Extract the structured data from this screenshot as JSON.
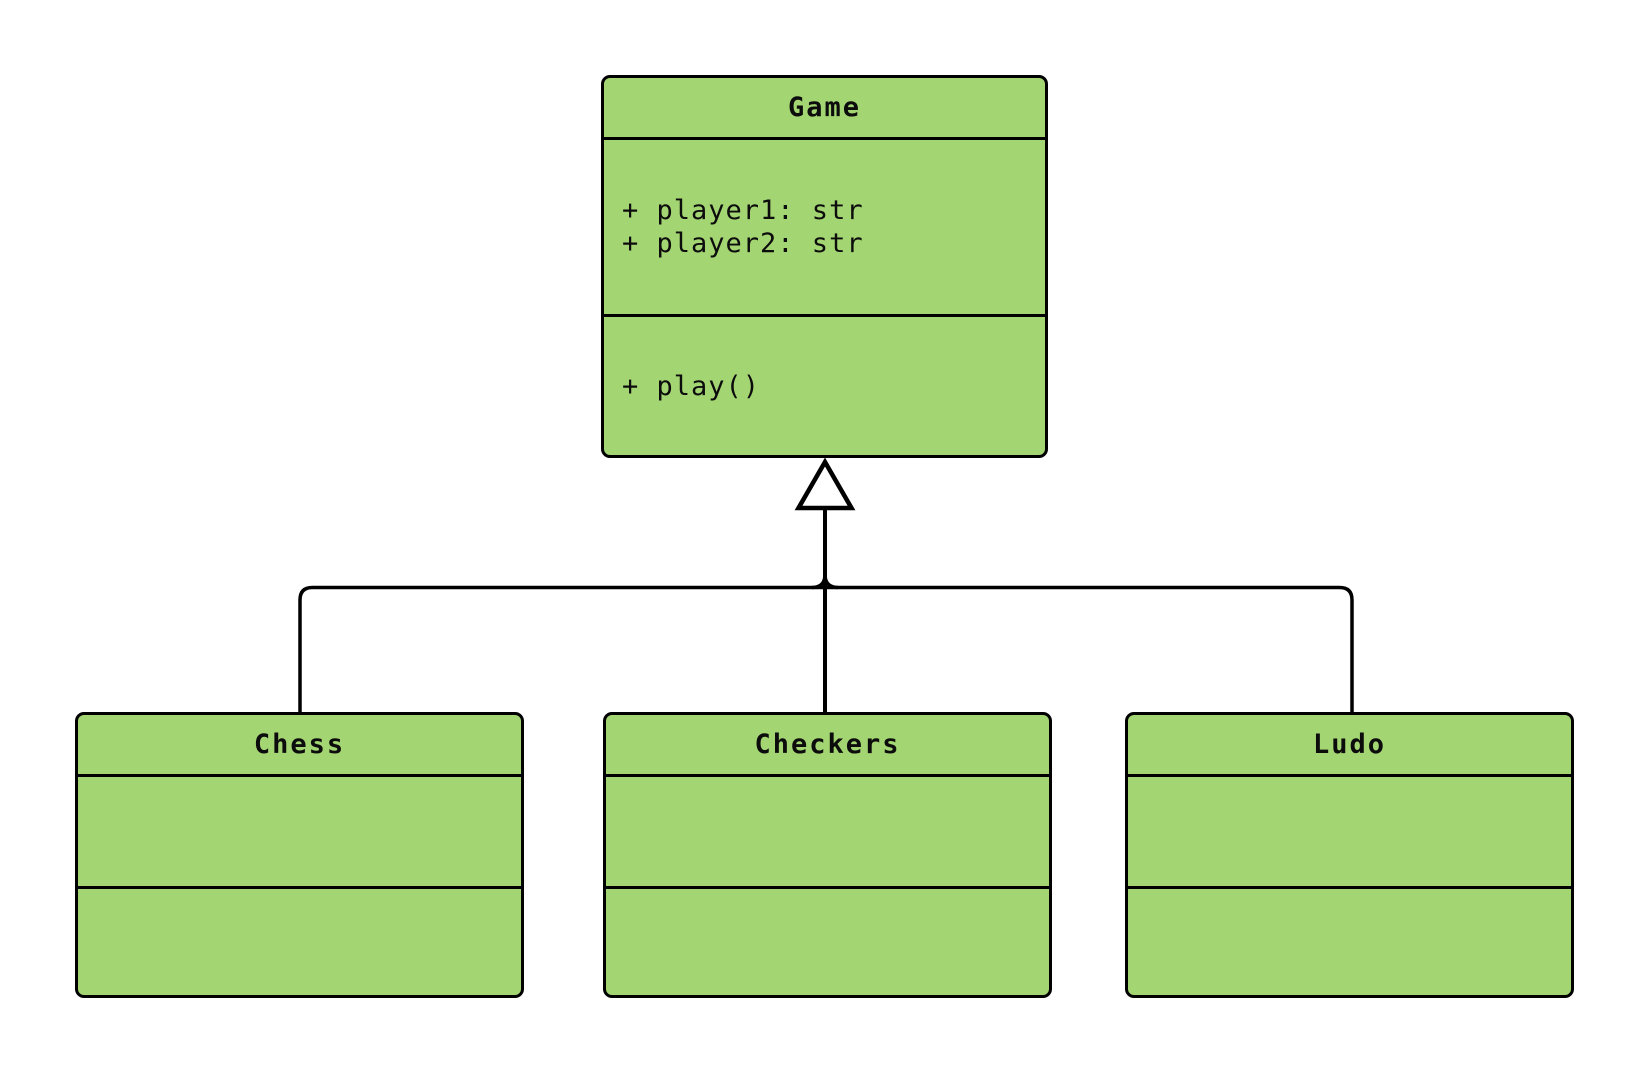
{
  "diagram": {
    "type": "uml-class-diagram",
    "colors": {
      "background": "#ffffff",
      "node_fill": "#a3d572",
      "node_border": "#000000"
    },
    "classes": [
      {
        "name": "Game",
        "attributes": [
          "+ player1: str",
          "+ player2: str"
        ],
        "methods": [
          "+ play()"
        ]
      },
      {
        "name": "Chess",
        "attributes": [],
        "methods": []
      },
      {
        "name": "Checkers",
        "attributes": [],
        "methods": []
      },
      {
        "name": "Ludo",
        "attributes": [],
        "methods": []
      }
    ],
    "relationships": [
      {
        "from": "Chess",
        "to": "Game",
        "type": "inheritance"
      },
      {
        "from": "Checkers",
        "to": "Game",
        "type": "inheritance"
      },
      {
        "from": "Ludo",
        "to": "Game",
        "type": "inheritance"
      }
    ]
  }
}
